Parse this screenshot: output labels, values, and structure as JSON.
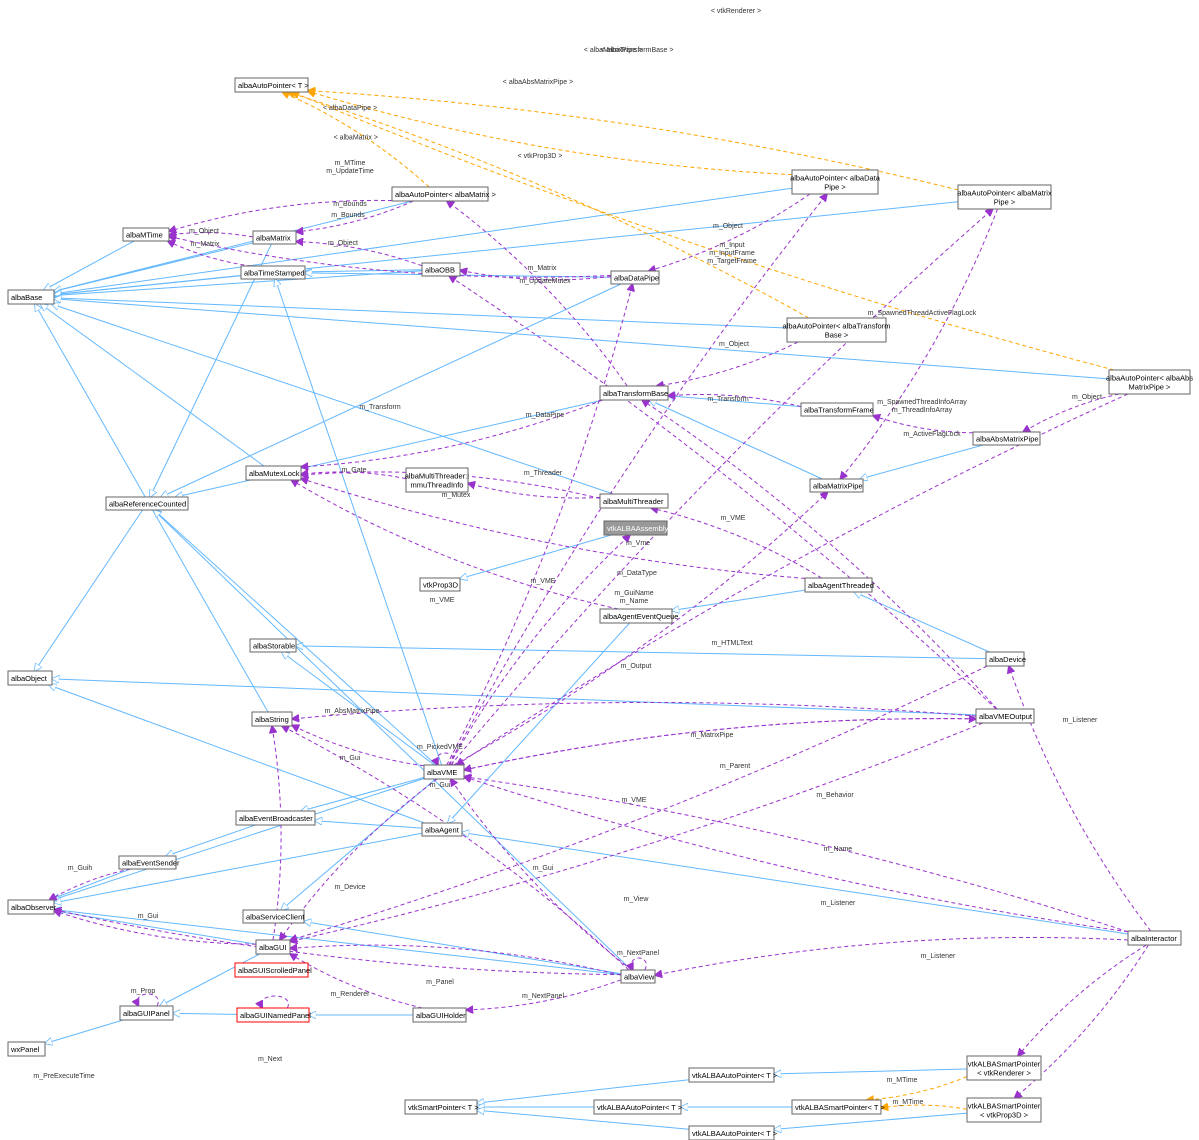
{
  "diagram": {
    "highlight_node": "vtkALBAAssembly",
    "colors": {
      "inheritance": "#63b8ff",
      "usage": "#9a32cd",
      "template": "#ffa500",
      "highlight_fill": "#999999",
      "border": "#666666",
      "missing_border": "#ff0000"
    },
    "nodes": [
      {
        "id": "AutoPtrT",
        "label": [
          "albaAutoPointer< T >"
        ]
      },
      {
        "id": "AutoPtrMatrix",
        "label": [
          "albaAutoPointer< albaMatrix >"
        ]
      },
      {
        "id": "AutoPtrDataPipe",
        "label": [
          "albaAutoPointer< albaData",
          "Pipe >"
        ]
      },
      {
        "id": "AutoPtrMatrixPipe",
        "label": [
          "albaAutoPointer< albaMatrix",
          "Pipe >"
        ]
      },
      {
        "id": "MTime",
        "label": [
          "albaMTime"
        ]
      },
      {
        "id": "Matrix",
        "label": [
          "albaMatrix"
        ]
      },
      {
        "id": "TimeStamped",
        "label": [
          "albaTimeStamped"
        ]
      },
      {
        "id": "OBB",
        "label": [
          "albaOBB"
        ]
      },
      {
        "id": "DataPipe",
        "label": [
          "albaDataPipe"
        ]
      },
      {
        "id": "Base",
        "label": [
          "albaBase"
        ]
      },
      {
        "id": "AutoPtrTransformBase",
        "label": [
          "albaAutoPointer< albaTransform",
          "Base >"
        ]
      },
      {
        "id": "AutoPtrAbsMatrixPipe",
        "label": [
          "albaAutoPointer< albaAbs",
          "MatrixPipe >"
        ]
      },
      {
        "id": "TransformBase",
        "label": [
          "albaTransformBase"
        ]
      },
      {
        "id": "TransformFrame",
        "label": [
          "albaTransformFrame"
        ]
      },
      {
        "id": "AbsMatrixPipe",
        "label": [
          "albaAbsMatrixPipe"
        ]
      },
      {
        "id": "MutexLock",
        "label": [
          "albaMutexLock"
        ]
      },
      {
        "id": "ThreadInfo",
        "label": [
          "albaMultiThreader::",
          "mmuThreadInfo"
        ]
      },
      {
        "id": "RefCounted",
        "label": [
          "albaReferenceCounted"
        ]
      },
      {
        "id": "MultiThreader",
        "label": [
          "albaMultiThreader"
        ]
      },
      {
        "id": "MatrixPipe",
        "label": [
          "albaMatrixPipe"
        ]
      },
      {
        "id": "Assembly",
        "label": [
          "vtkALBAAssembly"
        ]
      },
      {
        "id": "Prop3D",
        "label": [
          "vtkProp3D"
        ]
      },
      {
        "id": "AgentThreaded",
        "label": [
          "albaAgentThreaded"
        ]
      },
      {
        "id": "EventQueue",
        "label": [
          "albaAgentEventQueue"
        ]
      },
      {
        "id": "Storable",
        "label": [
          "albaStorable"
        ]
      },
      {
        "id": "Device",
        "label": [
          "albaDevice"
        ]
      },
      {
        "id": "Object",
        "label": [
          "albaObject"
        ]
      },
      {
        "id": "String",
        "label": [
          "albaString"
        ]
      },
      {
        "id": "VMEOutput",
        "label": [
          "albaVMEOutput"
        ]
      },
      {
        "id": "VME",
        "label": [
          "albaVME"
        ]
      },
      {
        "id": "Broadcaster",
        "label": [
          "albaEventBroadcaster"
        ]
      },
      {
        "id": "Agent",
        "label": [
          "albaAgent"
        ]
      },
      {
        "id": "EventSender",
        "label": [
          "albaEventSender"
        ]
      },
      {
        "id": "Observer",
        "label": [
          "albaObserver"
        ]
      },
      {
        "id": "ServiceClient",
        "label": [
          "albaServiceClient"
        ]
      },
      {
        "id": "GUI",
        "label": [
          "albaGUI"
        ]
      },
      {
        "id": "Interactor",
        "label": [
          "albaInteractor"
        ]
      },
      {
        "id": "ScrolledPanel",
        "label": [
          "albaGUIScrolledPanel"
        ]
      },
      {
        "id": "View",
        "label": [
          "albaView"
        ]
      },
      {
        "id": "GUIPanel",
        "label": [
          "albaGUIPanel"
        ]
      },
      {
        "id": "NamedPanel",
        "label": [
          "albaGUINamedPanel"
        ]
      },
      {
        "id": "GUIHolder",
        "label": [
          "albaGUIHolder"
        ]
      },
      {
        "id": "wxPanel",
        "label": [
          "wxPanel"
        ]
      },
      {
        "id": "SmartPtrRenderer",
        "label": [
          "vtkALBASmartPointer",
          "< vtkRenderer >"
        ]
      },
      {
        "id": "AutoPtrVtk1",
        "label": [
          "vtkALBAAutoPointer< T >"
        ]
      },
      {
        "id": "vtkSmartPtrT",
        "label": [
          "vtkSmartPointer< T >"
        ]
      },
      {
        "id": "AutoPtrVtk2",
        "label": [
          "vtkALBAAutoPointer< T >"
        ]
      },
      {
        "id": "SmartPtrT",
        "label": [
          "vtkALBASmartPointer< T >"
        ]
      },
      {
        "id": "SmartPtrProp3D",
        "label": [
          "vtkALBASmartPointer",
          "< vtkProp3D >"
        ]
      },
      {
        "id": "AutoPtrVtk3",
        "label": [
          "vtkALBAAutoPointer< T >"
        ]
      }
    ],
    "edges": [
      {
        "from": "MTime",
        "to": "Base",
        "type": "inherit",
        "label": ""
      },
      {
        "from": "Matrix",
        "to": "Base",
        "type": "inherit",
        "label": ""
      },
      {
        "from": "Matrix",
        "to": "RefCounted",
        "type": "inherit",
        "label": ""
      },
      {
        "from": "TimeStamped",
        "to": "Base",
        "type": "inherit",
        "label": ""
      },
      {
        "from": "OBB",
        "to": "TimeStamped",
        "type": "inherit",
        "label": ""
      },
      {
        "from": "OBB",
        "to": "Base",
        "type": "inherit",
        "label": ""
      },
      {
        "from": "DataPipe",
        "to": "TimeStamped",
        "type": "inherit",
        "label": ""
      },
      {
        "from": "DataPipe",
        "to": "RefCounted",
        "type": "inherit",
        "label": ""
      },
      {
        "from": "AutoPtrMatrix",
        "to": "Base",
        "type": "inherit",
        "label": ""
      },
      {
        "from": "AutoPtrDataPipe",
        "to": "Base",
        "type": "inherit",
        "label": ""
      },
      {
        "from": "AutoPtrMatrixPipe",
        "to": "Base",
        "type": "inherit",
        "label": ""
      },
      {
        "from": "AutoPtrTransformBase",
        "to": "Base",
        "type": "inherit",
        "label": ""
      },
      {
        "from": "AutoPtrAbsMatrixPipe",
        "to": "Base",
        "type": "inherit",
        "label": ""
      },
      {
        "from": "TransformBase",
        "to": "RefCounted",
        "type": "inherit",
        "label": ""
      },
      {
        "from": "TransformFrame",
        "to": "TransformBase",
        "type": "inherit",
        "label": ""
      },
      {
        "from": "MatrixPipe",
        "to": "TransformBase",
        "type": "inherit",
        "label": ""
      },
      {
        "from": "AbsMatrixPipe",
        "to": "MatrixPipe",
        "type": "inherit",
        "label": ""
      },
      {
        "from": "MutexLock",
        "to": "Base",
        "type": "inherit",
        "label": ""
      },
      {
        "from": "RefCounted",
        "to": "Object",
        "type": "inherit",
        "label": ""
      },
      {
        "from": "Assembly",
        "to": "Prop3D",
        "type": "inherit",
        "label": ""
      },
      {
        "from": "MultiThreader",
        "to": "Base",
        "type": "inherit",
        "label": ""
      },
      {
        "from": "AgentThreaded",
        "to": "EventQueue",
        "type": "inherit",
        "label": ""
      },
      {
        "from": "EventQueue",
        "to": "Agent",
        "type": "inherit",
        "label": ""
      },
      {
        "from": "Device",
        "to": "AgentThreaded",
        "type": "inherit",
        "label": ""
      },
      {
        "from": "Device",
        "to": "Storable",
        "type": "inherit",
        "label": ""
      },
      {
        "from": "VMEOutput",
        "to": "Object",
        "type": "inherit",
        "label": ""
      },
      {
        "from": "String",
        "to": "Base",
        "type": "inherit",
        "label": ""
      },
      {
        "from": "VME",
        "to": "Storable",
        "type": "inherit",
        "label": ""
      },
      {
        "from": "VME",
        "to": "TimeStamped",
        "type": "inherit",
        "label": ""
      },
      {
        "from": "VME",
        "to": "RefCounted",
        "type": "inherit",
        "label": ""
      },
      {
        "from": "VME",
        "to": "Broadcaster",
        "type": "inherit",
        "label": ""
      },
      {
        "from": "VME",
        "to": "Observer",
        "type": "inherit",
        "label": ""
      },
      {
        "from": "VME",
        "to": "ServiceClient",
        "type": "inherit",
        "label": ""
      },
      {
        "from": "Agent",
        "to": "Broadcaster",
        "type": "inherit",
        "label": ""
      },
      {
        "from": "Agent",
        "to": "Observer",
        "type": "inherit",
        "label": ""
      },
      {
        "from": "Agent",
        "to": "Object",
        "type": "inherit",
        "label": ""
      },
      {
        "from": "Broadcaster",
        "to": "EventSender",
        "type": "inherit",
        "label": ""
      },
      {
        "from": "EventSender",
        "to": "Observer",
        "type": "inherit",
        "label": ""
      },
      {
        "from": "GUI",
        "to": "Observer",
        "type": "inherit",
        "label": ""
      },
      {
        "from": "GUI",
        "to": "GUIPanel",
        "type": "inherit",
        "label": ""
      },
      {
        "from": "GUIPanel",
        "to": "wxPanel",
        "type": "inherit",
        "label": ""
      },
      {
        "from": "NamedPanel",
        "to": "GUIPanel",
        "type": "inherit",
        "label": ""
      },
      {
        "from": "GUIHolder",
        "to": "NamedPanel",
        "type": "inherit",
        "label": ""
      },
      {
        "from": "View",
        "to": "Observer",
        "type": "inherit",
        "label": ""
      },
      {
        "from": "View",
        "to": "ServiceClient",
        "type": "inherit",
        "label": ""
      },
      {
        "from": "View",
        "to": "RefCounted",
        "type": "inherit",
        "label": ""
      },
      {
        "from": "Interactor",
        "to": "Agent",
        "type": "inherit",
        "label": ""
      },
      {
        "from": "SmartPtrRenderer",
        "to": "AutoPtrVtk1",
        "type": "inherit",
        "label": ""
      },
      {
        "from": "AutoPtrVtk1",
        "to": "vtkSmartPtrT",
        "type": "inherit",
        "label": ""
      },
      {
        "from": "AutoPtrVtk2",
        "to": "vtkSmartPtrT",
        "type": "inherit",
        "label": ""
      },
      {
        "from": "SmartPtrT",
        "to": "AutoPtrVtk2",
        "type": "inherit",
        "label": ""
      },
      {
        "from": "SmartPtrProp3D",
        "to": "AutoPtrVtk3",
        "type": "inherit",
        "label": ""
      },
      {
        "from": "AutoPtrVtk3",
        "to": "vtkSmartPtrT",
        "type": "inherit",
        "label": ""
      },
      {
        "from": "AutoPtrMatrix",
        "to": "AutoPtrT",
        "type": "template",
        "label": "< albaMatrix >"
      },
      {
        "from": "AutoPtrDataPipe",
        "to": "AutoPtrT",
        "type": "template",
        "label": "< albaDataPipe >"
      },
      {
        "from": "AutoPtrMatrixPipe",
        "to": "AutoPtrT",
        "type": "template",
        "label": "< albaMatrixPipe >"
      },
      {
        "from": "AutoPtrAbsMatrixPipe",
        "to": "AutoPtrT",
        "type": "template",
        "label": "< albaAbsMatrixPipe >"
      },
      {
        "from": "AutoPtrTransformBase",
        "to": "AutoPtrT",
        "type": "template",
        "label": "< albaTransformBase >"
      },
      {
        "from": "SmartPtrRenderer",
        "to": "SmartPtrT",
        "type": "template",
        "label": "< vtkRenderer >"
      },
      {
        "from": "SmartPtrProp3D",
        "to": "SmartPtrT",
        "type": "template",
        "label": "< vtkProp3D >"
      },
      {
        "from": "DataPipe",
        "to": "MTime",
        "type": "use",
        "label": "m_PreExecuteTime"
      },
      {
        "from": "Matrix",
        "to": "MTime",
        "type": "use",
        "label": "m_MTime"
      },
      {
        "from": "TimeStamped",
        "to": "MTime",
        "type": "use",
        "label": "m_MTime"
      },
      {
        "from": "AutoPtrMatrix",
        "to": "MTime",
        "type": "use",
        "label": "m_MTime\nm_UpdateTime"
      },
      {
        "from": "AutoPtrMatrix",
        "to": "Matrix",
        "type": "use",
        "label": "m_Object"
      },
      {
        "from": "OBB",
        "to": "Matrix",
        "type": "use",
        "label": "m_Matrix"
      },
      {
        "from": "DataPipe",
        "to": "OBB",
        "type": "use",
        "label": "m_Bounds"
      },
      {
        "from": "VMEOutput",
        "to": "OBB",
        "type": "use",
        "label": "m_Bounds"
      },
      {
        "from": "AutoPtrDataPipe",
        "to": "DataPipe",
        "type": "use",
        "label": "m_Object"
      },
      {
        "from": "TransformBase",
        "to": "AutoPtrMatrix",
        "type": "use",
        "label": "m_Matrix"
      },
      {
        "from": "AutoPtrTransformBase",
        "to": "TransformBase",
        "type": "use",
        "label": "m_Object"
      },
      {
        "from": "TransformFrame",
        "to": "TransformBase",
        "type": "use",
        "label": "m_Input\nm_InputFrame\nm_TargetFrame"
      },
      {
        "from": "TransformBase",
        "to": "MutexLock",
        "type": "use",
        "label": "m_UpdateMutex"
      },
      {
        "from": "AutoPtrAbsMatrixPipe",
        "to": "AbsMatrixPipe",
        "type": "use",
        "label": "m_Object"
      },
      {
        "from": "AbsMatrixPipe",
        "to": "TransformFrame",
        "type": "use",
        "label": "m_Transform"
      },
      {
        "from": "VMEOutput",
        "to": "TransformBase",
        "type": "use",
        "label": "m_Transform"
      },
      {
        "from": "AutoPtrMatrixPipe",
        "to": "MatrixPipe",
        "type": "use",
        "label": "m_Object"
      },
      {
        "from": "ThreadInfo",
        "to": "MutexLock",
        "type": "use",
        "label": "m_ActiveFlagLock"
      },
      {
        "from": "MultiThreader",
        "to": "ThreadInfo",
        "type": "use",
        "label": "m_SpawnedThreadInfoArray\nm_ThreadInfoArray"
      },
      {
        "from": "MultiThreader",
        "to": "MutexLock",
        "type": "use",
        "label": "m_SpawnedThreadActiveFlagLock"
      },
      {
        "from": "AgentThreaded",
        "to": "MutexLock",
        "type": "use",
        "label": "m_Gate"
      },
      {
        "from": "AgentThreaded",
        "to": "MultiThreader",
        "type": "use",
        "label": "m_Threader"
      },
      {
        "from": "EventQueue",
        "to": "MutexLock",
        "type": "use",
        "label": "m_Mutex"
      },
      {
        "from": "VME",
        "to": "DataPipe",
        "type": "use",
        "label": "m_DataPipe"
      },
      {
        "from": "VME",
        "to": "AutoPtrDataPipe",
        "type": "use",
        "label": "m_VME"
      },
      {
        "from": "VME",
        "to": "MatrixPipe",
        "type": "use",
        "label": "m_VME"
      },
      {
        "from": "VME",
        "to": "Assembly",
        "type": "use",
        "label": "m_Vme"
      },
      {
        "from": "VMEOutput",
        "to": "String",
        "type": "use",
        "label": "m_DataType"
      },
      {
        "from": "VME",
        "to": "String",
        "type": "use",
        "label": "m_GuiName\nm_Name"
      },
      {
        "from": "VMEOutput",
        "to": "VME",
        "type": "use",
        "label": "m_VME"
      },
      {
        "from": "VME",
        "to": "VMEOutput",
        "type": "use",
        "label": "m_Output"
      },
      {
        "from": "AutoPtrAbsMatrixPipe",
        "to": "VME",
        "type": "use",
        "label": "m_AbsMatrixPipe"
      },
      {
        "from": "VME",
        "to": "AutoPtrMatrixPipe",
        "type": "use",
        "label": "m_MatrixPipe"
      },
      {
        "from": "VME",
        "to": "VME",
        "type": "use",
        "label": "m_Parent"
      },
      {
        "from": "Interactor",
        "to": "VME",
        "type": "use",
        "label": "m_Behavior"
      },
      {
        "from": "View",
        "to": "String",
        "type": "use",
        "label": "m_HTMLText"
      },
      {
        "from": "View",
        "to": "VME",
        "type": "use",
        "label": "m_PickedVME"
      },
      {
        "from": "GUI",
        "to": "String",
        "type": "use",
        "label": "m_Name"
      },
      {
        "from": "Device",
        "to": "GUI",
        "type": "use",
        "label": "m_Gui"
      },
      {
        "from": "VME",
        "to": "GUI",
        "type": "use",
        "label": "m_Gui"
      },
      {
        "from": "VMEOutput",
        "to": "GUI",
        "type": "use",
        "label": "m_Gui"
      },
      {
        "from": "Interactor",
        "to": "VME",
        "type": "use",
        "label": "m_VME"
      },
      {
        "from": "Interactor",
        "to": "Device",
        "type": "use",
        "label": "m_Device"
      },
      {
        "from": "Interactor",
        "to": "View",
        "type": "use",
        "label": "m_View"
      },
      {
        "from": "GUI",
        "to": "Observer",
        "type": "use",
        "label": "m_Listener"
      },
      {
        "from": "EventSender",
        "to": "Observer",
        "type": "use",
        "label": "m_Listener"
      },
      {
        "from": "View",
        "to": "Observer",
        "type": "use",
        "label": "m_Listener"
      },
      {
        "from": "View",
        "to": "GUI",
        "type": "use",
        "label": "m_Gui"
      },
      {
        "from": "View",
        "to": "GUIHolder",
        "type": "use",
        "label": "m_Guih"
      },
      {
        "from": "View",
        "to": "View",
        "type": "use",
        "label": "m_Next"
      },
      {
        "from": "GUIHolder",
        "to": "GUI",
        "type": "use",
        "label": "m_Panel"
      },
      {
        "from": "GUIPanel",
        "to": "GUIPanel",
        "type": "use",
        "label": "m_NextPanel"
      },
      {
        "from": "NamedPanel",
        "to": "NamedPanel",
        "type": "use",
        "label": "m_NextPanel"
      },
      {
        "from": "Interactor",
        "to": "SmartPtrRenderer",
        "type": "use",
        "label": "m_Renderer"
      },
      {
        "from": "Interactor",
        "to": "SmartPtrProp3D",
        "type": "use",
        "label": "m_Prop"
      }
    ]
  }
}
